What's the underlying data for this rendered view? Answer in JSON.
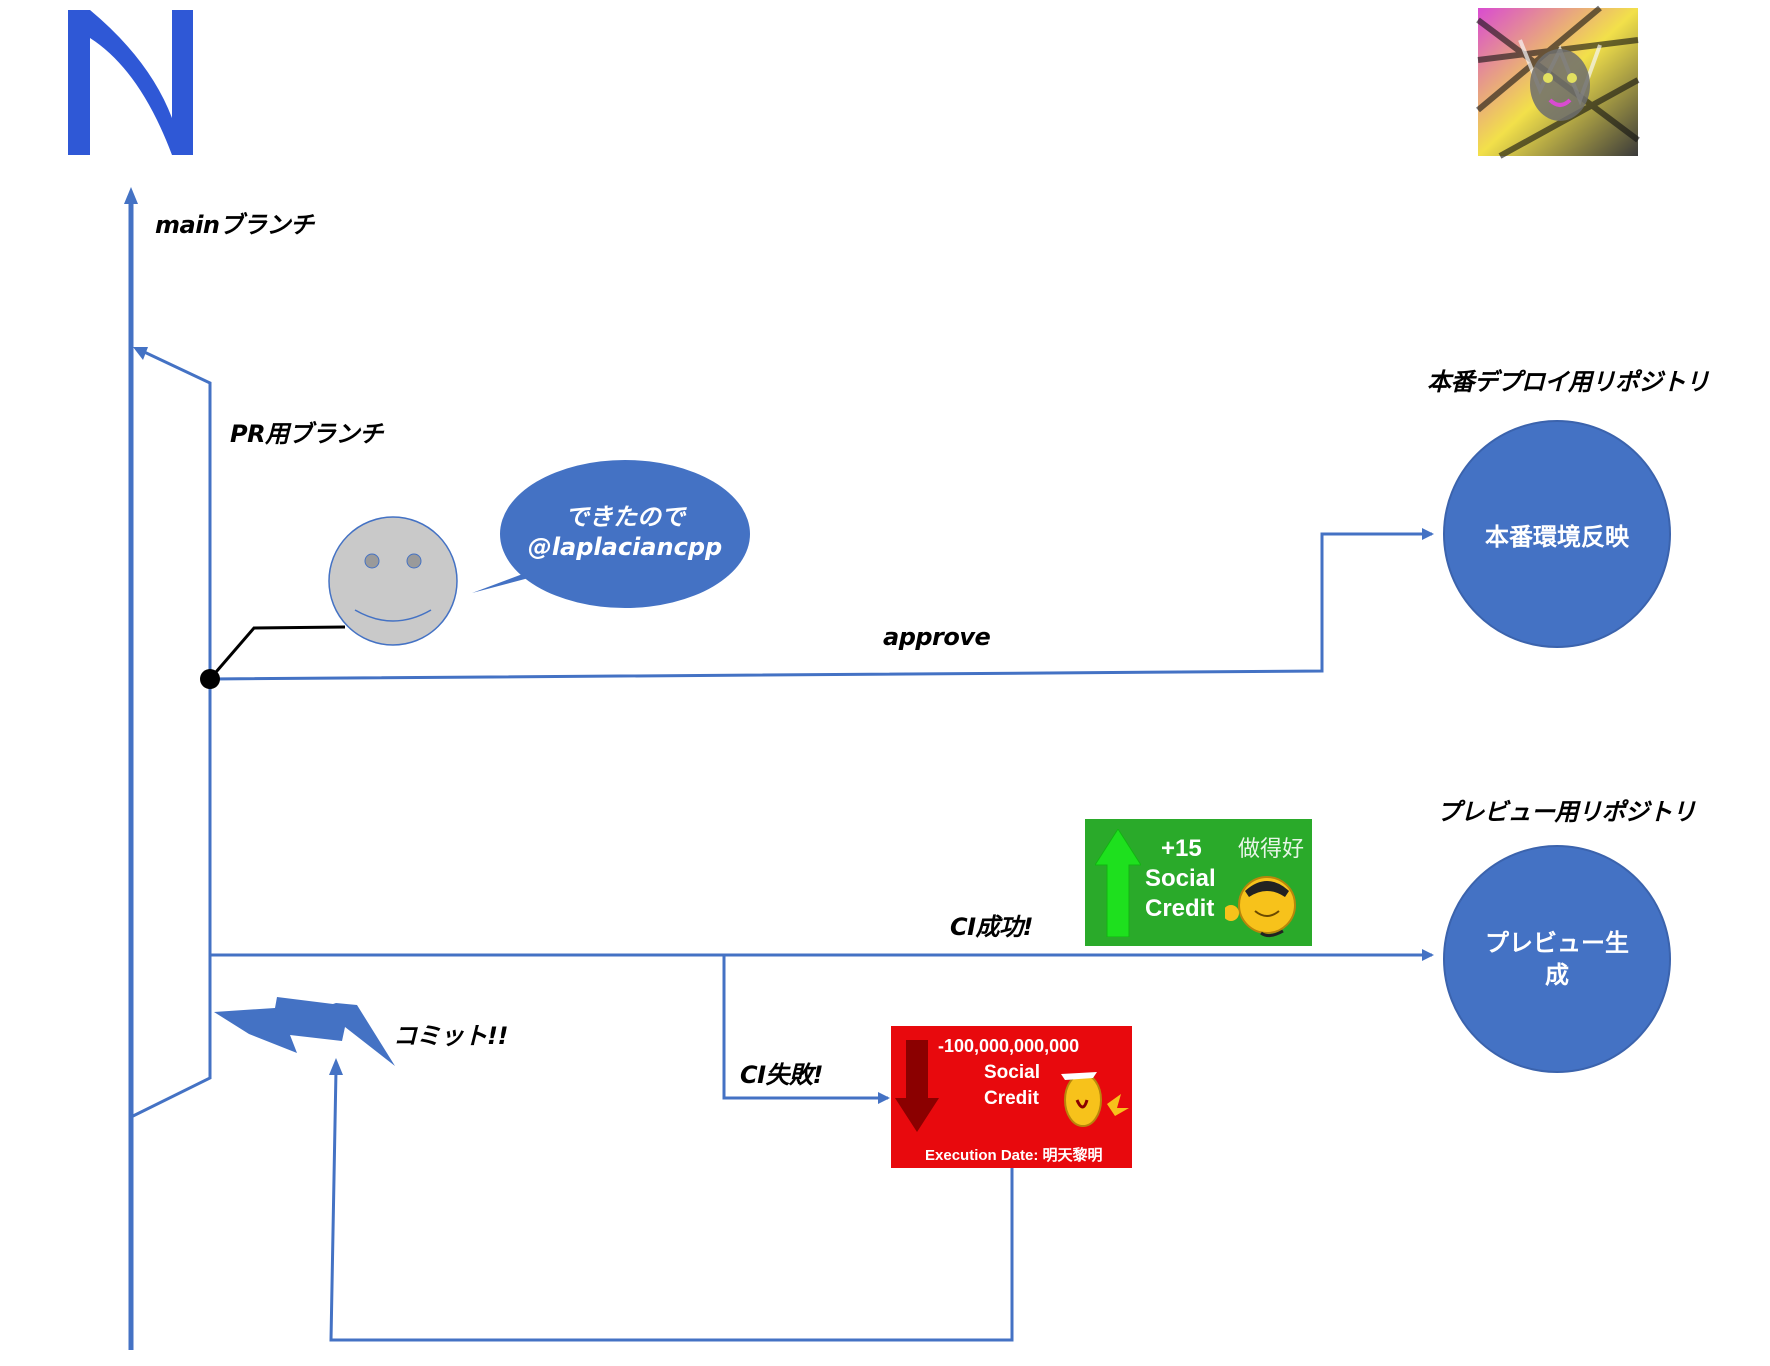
{
  "labels": {
    "main_branch": "mainブランチ",
    "pr_branch": "PR用ブランチ",
    "bubble_line1": "できたので",
    "bubble_line2": "@laplaciancpp",
    "approve": "approve",
    "prod_repo": "本番デプロイ用リポジトリ",
    "prod_node": "本番環境反映",
    "preview_repo": "プレビュー用リポジトリ",
    "preview_node_line1": "プレビュー生",
    "preview_node_line2": "成",
    "ci_success": "CI成功!",
    "ci_fail": "CI失敗!",
    "commit": "コミット!!"
  },
  "green_card": {
    "amount": "+15",
    "line1": "Social",
    "line2": "Credit",
    "chinese": "做得好"
  },
  "red_card": {
    "amount": "-100,000,000,000",
    "line1": "Social",
    "line2": "Credit",
    "footer": "Execution Date: 明天黎明"
  },
  "colors": {
    "accent": "#4472c4",
    "logo": "#2f58d6",
    "green_card": "#2aaa2a",
    "red_card": "#e8090d"
  },
  "icons": [
    "logo-n-icon",
    "cat-avatar-icon",
    "smiley-icon",
    "lightning-icon",
    "up-arrow-icon",
    "down-arrow-icon"
  ]
}
